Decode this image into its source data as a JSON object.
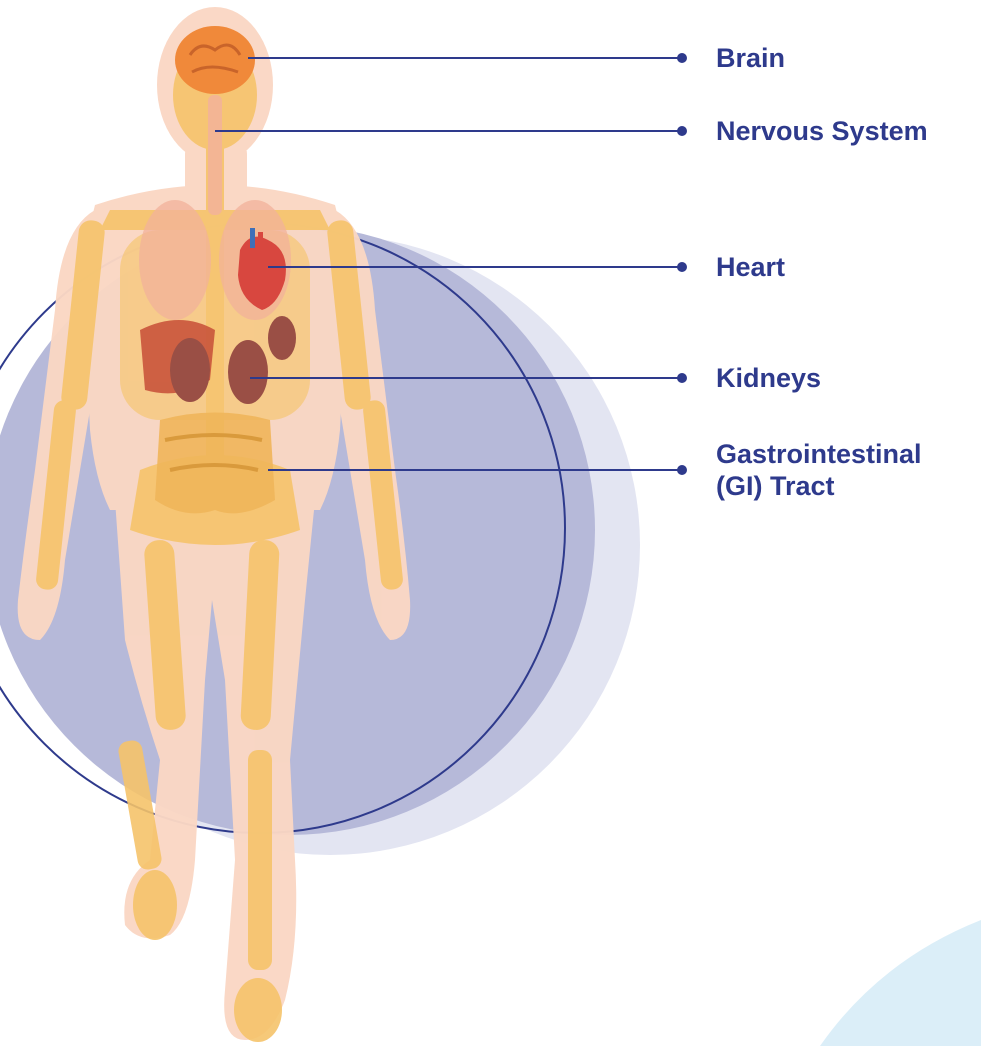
{
  "colors": {
    "line": "#2e3a8c",
    "label": "#2e3a8c",
    "circle_back": "#e3e5f2",
    "circle_mid": "#b6b9d9",
    "circle_outline": "#2e3a8c",
    "body_outline": "#fad7c4",
    "skeleton": "#f5c36a",
    "organ_pink": "#f2b19a",
    "organ_brown": "#9a4f45",
    "heart_red": "#d8473f",
    "brain_orange": "#f0893a",
    "corner_accent": "#dbeef8"
  },
  "labels": {
    "brain": "Brain",
    "nervous_system": "Nervous System",
    "heart": "Heart",
    "kidneys": "Kidneys",
    "gi_line1": "Gastrointestinal",
    "gi_line2": "(GI) Tract"
  }
}
